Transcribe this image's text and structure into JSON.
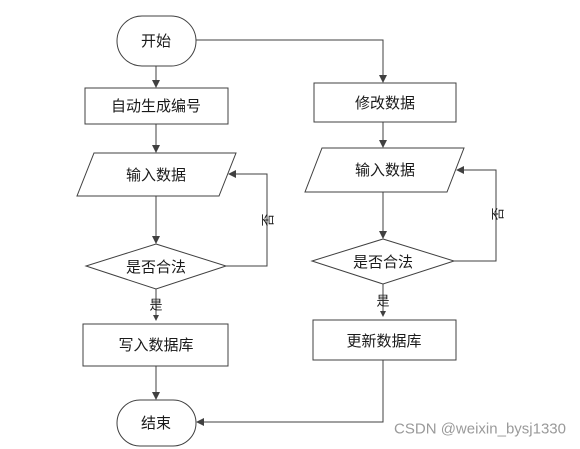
{
  "nodes": {
    "start": "开始",
    "auto_number": "自动生成编号",
    "input_left": "输入数据",
    "legal_left": "是否合法",
    "write_db": "写入数据库",
    "end": "结束",
    "modify": "修改数据",
    "input_right": "输入数据",
    "legal_right": "是否合法",
    "update_db": "更新数据库"
  },
  "edges": {
    "no_left": "否",
    "yes_left": "是",
    "no_right": "否",
    "yes_right": "是"
  },
  "watermark": "CSDN @weixin_bysj1330"
}
